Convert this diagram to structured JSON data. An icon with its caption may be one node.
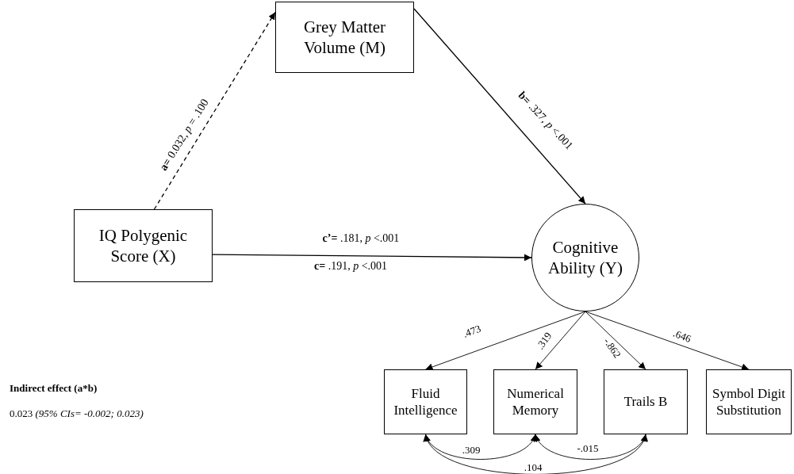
{
  "diagram": {
    "nodes": [
      {
        "text": [
          "Grey Matter Volume (M)"
        ]
      },
      {
        "text": [
          "IQ Polygenic Score (X)"
        ]
      },
      {
        "text": [
          "Cognitive Ability (Y)"
        ]
      },
      {
        "text": [
          "Fluid Intelligence"
        ]
      },
      {
        "text": [
          "Numerical Memory"
        ]
      },
      {
        "text": [
          "Trails B"
        ]
      },
      {
        "text": [
          "Symbol Digit Substitution"
        ]
      }
    ],
    "edges": [
      {
        "from": 1,
        "to": 0,
        "arrow": "to",
        "style": "dashed",
        "label": "**a=** 0.032, *p* = .100"
      },
      {
        "from": 0,
        "to": 2,
        "arrow": "to",
        "label": "**b=** .327, *p* <.001"
      },
      {
        "from": 1,
        "to": 2,
        "arrow": "to",
        "label": "**c’=** .181, *p* <.001"
      },
      {
        "from": 2,
        "to": 3,
        "arrow": "to",
        "label": ".473"
      },
      {
        "from": 2,
        "to": 4,
        "arrow": "to",
        "label": ".319"
      },
      {
        "from": 2,
        "to": 5,
        "arrow": "to",
        "label": "-.862"
      },
      {
        "from": 2,
        "to": 6,
        "arrow": "to",
        "label": ".646"
      },
      {
        "from": 3,
        "to": 4,
        "arrow": "both",
        "label": ".309"
      },
      {
        "from": 4,
        "to": 5,
        "arrow": "both",
        "label": "-.015"
      },
      {
        "from": 3,
        "to": 5,
        "arrow": "both",
        "label": ".104"
      }
    ],
    "labels": [
      "**c=** .191, *p* <.001",
      "Indirect effect (a*b)",
      "0.023 *(95% CIs= -0.002; 0.023)*"
    ]
  }
}
